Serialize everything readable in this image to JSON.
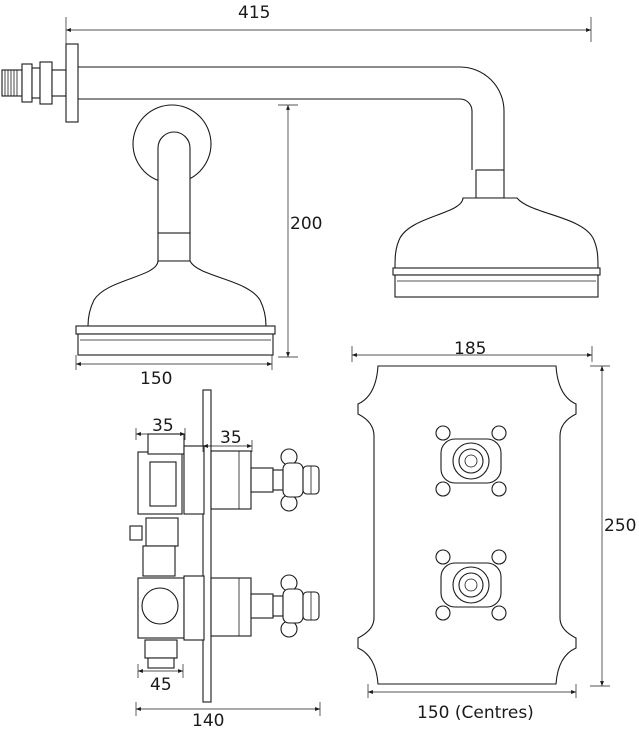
{
  "dimensions": {
    "arm_projection": "415",
    "drop_height": "200",
    "head_diameter": "150",
    "plate_width": "185",
    "plate_height": "250",
    "valve_centres": "150 (Centres)",
    "spindle_depth_a": "35",
    "spindle_depth_b": "35",
    "body_width": "45",
    "overall_depth": "140"
  }
}
